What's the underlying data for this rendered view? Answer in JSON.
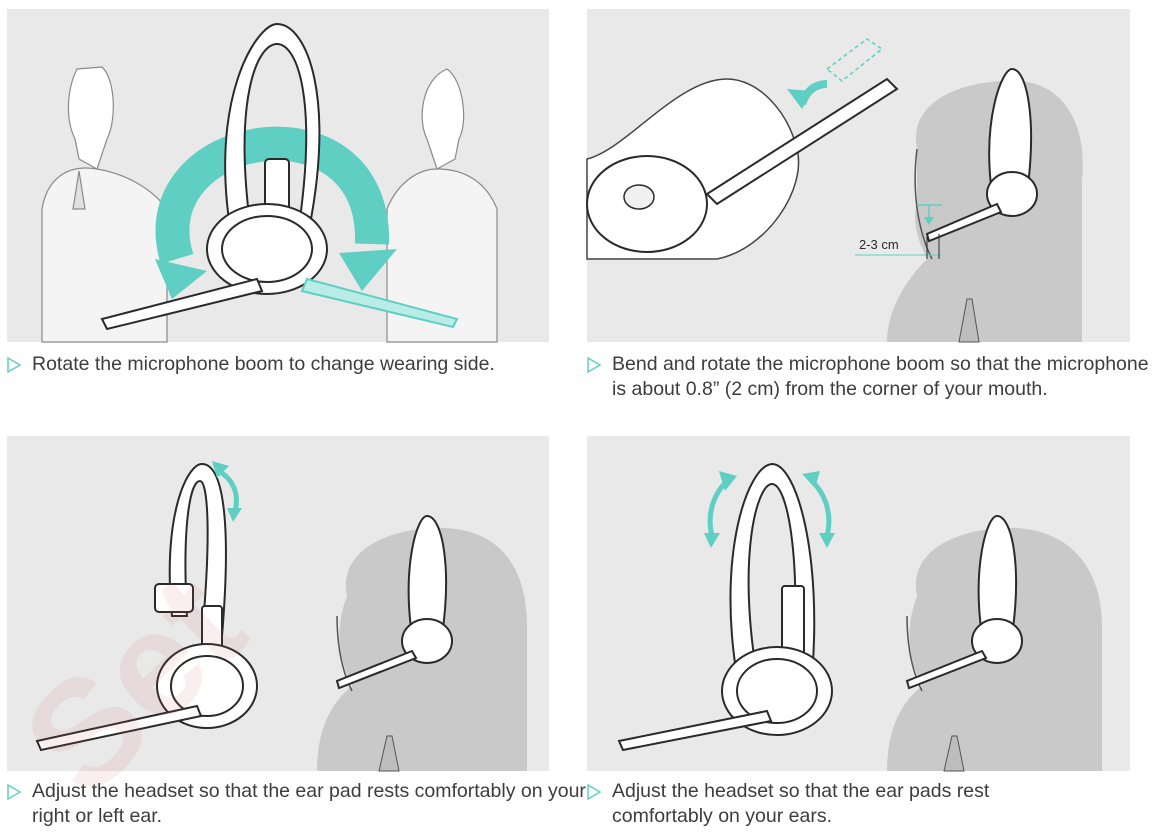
{
  "captions": {
    "p1": "Rotate the microphone boom to change wearing side.",
    "p2": "Bend and rotate the microphone boom so that the microphone is about 0.8” (2 cm) from the corner of your mouth.",
    "p3": "Adjust the headset so that the ear pad rests comfortably on your right or left ear.",
    "p4": "Adjust the headset so that the ear pads rest comfortably on your ears."
  },
  "dimension_label": "2-3 cm",
  "watermark": "Set",
  "colors": {
    "panel_bg": "#e9e9e9",
    "accent_teal": "#5fcfc4",
    "head_gray": "#c9c9c9",
    "line": "#2a2a2a",
    "bullet": "#5fcfc4"
  },
  "icons": {
    "bullet": "triangle-right-outline-icon",
    "rotate": "curved-rotate-arrow-icon",
    "adjust": "double-headed-arc-arrow-icon"
  }
}
